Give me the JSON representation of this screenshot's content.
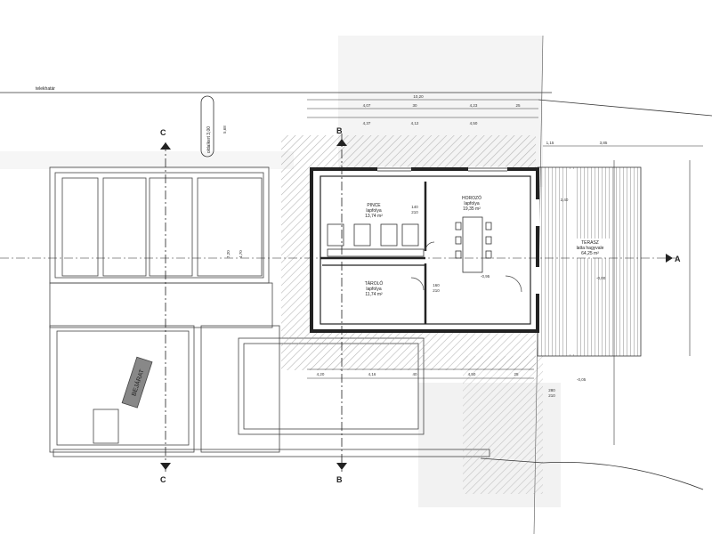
{
  "texts": {
    "road_label": "telekhatár",
    "setback_label": "oldalkert 3,00",
    "section_c": "C",
    "section_b": "B",
    "section_a": "A",
    "rooms": {
      "pince": {
        "name": "PINCE",
        "floor": "lapfolya",
        "area": "13,74 m²"
      },
      "tarolo": {
        "name": "TÁROLÓ",
        "floor": "lapfolya",
        "area": "11,74 m²"
      },
      "horozo": {
        "name": "HOROZÓ",
        "floor": "lapfolya",
        "area": "19,35 m²"
      },
      "terasz": {
        "name": "TERASZ",
        "floor": "latta hagyvale",
        "area": "64,25 m²"
      }
    },
    "stamp": "BEJÁRAT",
    "dims_top": [
      "10,20",
      "4,07",
      "30",
      "4,23",
      "25",
      "4,37",
      "4,12",
      "4,50"
    ],
    "dims_bottom": [
      "4,20",
      "4,16",
      "40",
      "4,50",
      "25"
    ],
    "dims_right": [
      "3,85",
      "1,15",
      "2,40"
    ],
    "levels": [
      "-0,00",
      "-0,05",
      "-0,95"
    ],
    "door_marks": [
      "140",
      "210",
      "160",
      "210",
      "280",
      "210"
    ],
    "side_dims": [
      "7,20",
      "4,70",
      "5,68"
    ]
  },
  "colors": {
    "ink": "#222222",
    "hatch": "#9a9a9a",
    "wall": "#333333"
  }
}
